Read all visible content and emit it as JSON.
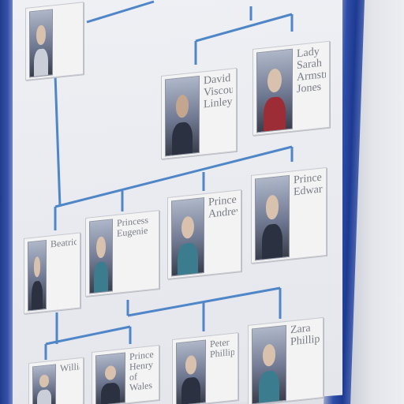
{
  "cards": [
    {
      "id": "top-left",
      "name": ""
    },
    {
      "id": "david",
      "name": "David\nViscount\nLinley"
    },
    {
      "id": "sarah",
      "name": "Lady Sarah\nArmstrong-\nJones"
    },
    {
      "id": "beatrice",
      "name": "Beatrice"
    },
    {
      "id": "eugenie",
      "name": "Princess Eugenie"
    },
    {
      "id": "andrew",
      "name": "Prince\nAndrew"
    },
    {
      "id": "edward",
      "name": "Prince\nEdward"
    },
    {
      "id": "william",
      "name": "William"
    },
    {
      "id": "harry",
      "name": "Prince\nHenry\nof Wales"
    },
    {
      "id": "peter",
      "name": "Peter\nPhillips"
    },
    {
      "id": "zara",
      "name": "Zara\nPhillips"
    }
  ],
  "colors": {
    "connector": "#4f86c8",
    "frame": "#2a47a0",
    "board": "#ebedf1"
  }
}
